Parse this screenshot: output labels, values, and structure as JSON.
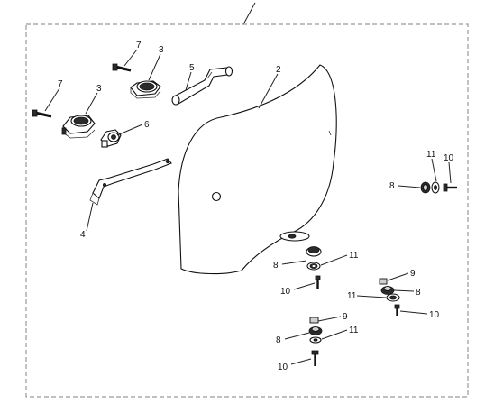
{
  "labels": {
    "l2": "2",
    "l3a": "3",
    "l3b": "3",
    "l4": "4",
    "l5": "5",
    "l6": "6",
    "l7a": "7",
    "l7b": "7",
    "l8a": "8",
    "l8b": "8",
    "l8c": "8",
    "l8d": "8",
    "l9a": "9",
    "l9b": "9",
    "l10a": "10",
    "l10b": "10",
    "l10c": "10",
    "l10d": "10",
    "l11a": "11",
    "l11b": "11",
    "l11c": "11",
    "l11d": "11"
  }
}
